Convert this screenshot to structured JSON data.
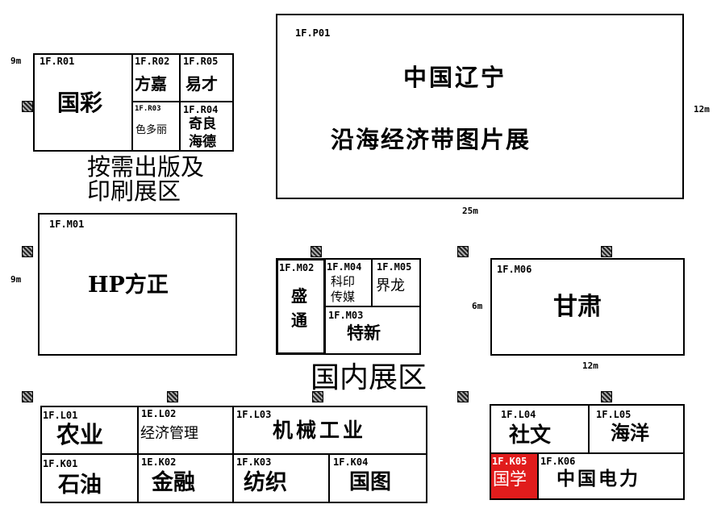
{
  "booths": {
    "r01": {
      "code": "1F.R01",
      "name": "国彩"
    },
    "r02": {
      "code": "1F.R02",
      "name": "方嘉"
    },
    "r03": {
      "code": "1F.R03",
      "name": "色多丽"
    },
    "r04": {
      "code": "1F.R04",
      "name1": "奇良",
      "name2": "海德"
    },
    "r05": {
      "code": "1F.R05",
      "name": "易才"
    },
    "p01": {
      "code": "1F.P01",
      "line1": "中国辽宁",
      "line2": "沿海经济带图片展"
    },
    "m01": {
      "code": "1F.M01",
      "name": "HP方正"
    },
    "m02": {
      "code": "1F.M02",
      "name1": "盛",
      "name2": "通"
    },
    "m03": {
      "code": "1F.M03",
      "name": "特新"
    },
    "m04": {
      "code": "1F.M04",
      "name1": "科印",
      "name2": "传媒"
    },
    "m05": {
      "code": "1F.M05",
      "name": "界龙"
    },
    "m06": {
      "code": "1F.M06",
      "name": "甘肃"
    },
    "l01": {
      "code": "1F.L01",
      "name": "农业"
    },
    "l02": {
      "code": "1E.L02",
      "name": "经济管理"
    },
    "l03": {
      "code": "1F.L03",
      "name": "机械工业"
    },
    "l04": {
      "code": "1F.L04",
      "name": "社文"
    },
    "l05": {
      "code": "1F.L05",
      "name": "海洋"
    },
    "k01": {
      "code": "1F.K01",
      "name": "石油"
    },
    "k02": {
      "code": "1E.K02",
      "name": "金融"
    },
    "k03": {
      "code": "1F.K03",
      "name": "纺织"
    },
    "k04": {
      "code": "1F.K04",
      "name": "国图"
    },
    "k05": {
      "code": "1F.K05",
      "name": "国学",
      "color": "#e11c1c"
    },
    "k06": {
      "code": "1F.K06",
      "name": "中国电力"
    }
  },
  "zones": {
    "print_line1": "按需出版及",
    "print_line2": "印刷展区",
    "domestic": "国内展区"
  },
  "dimensions": {
    "r_height": "9m",
    "p_width": "25m",
    "p_height": "12m",
    "m01_height": "9m",
    "m06_height": "6m",
    "m06_width": "12m"
  }
}
